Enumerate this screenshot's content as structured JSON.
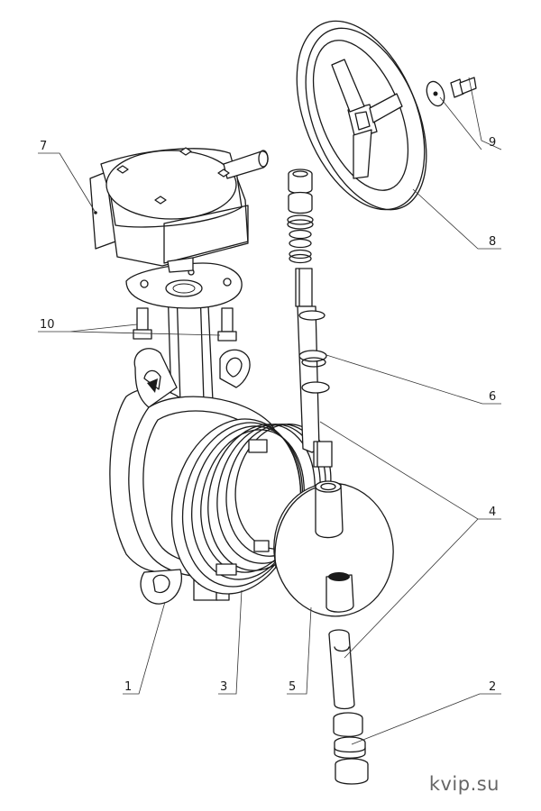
{
  "diagram": {
    "callouts": [
      {
        "id": "c1",
        "label": "1"
      },
      {
        "id": "c2",
        "label": "2"
      },
      {
        "id": "c3",
        "label": "3"
      },
      {
        "id": "c4",
        "label": "4"
      },
      {
        "id": "c5",
        "label": "5"
      },
      {
        "id": "c6",
        "label": "6"
      },
      {
        "id": "c7",
        "label": "7"
      },
      {
        "id": "c8",
        "label": "8"
      },
      {
        "id": "c9",
        "label": "9"
      },
      {
        "id": "c10",
        "label": "10"
      }
    ]
  },
  "watermark": "kvip.su",
  "colors": {
    "line": "#1a1a1a",
    "background": "#ffffff",
    "watermark": "#666666"
  }
}
